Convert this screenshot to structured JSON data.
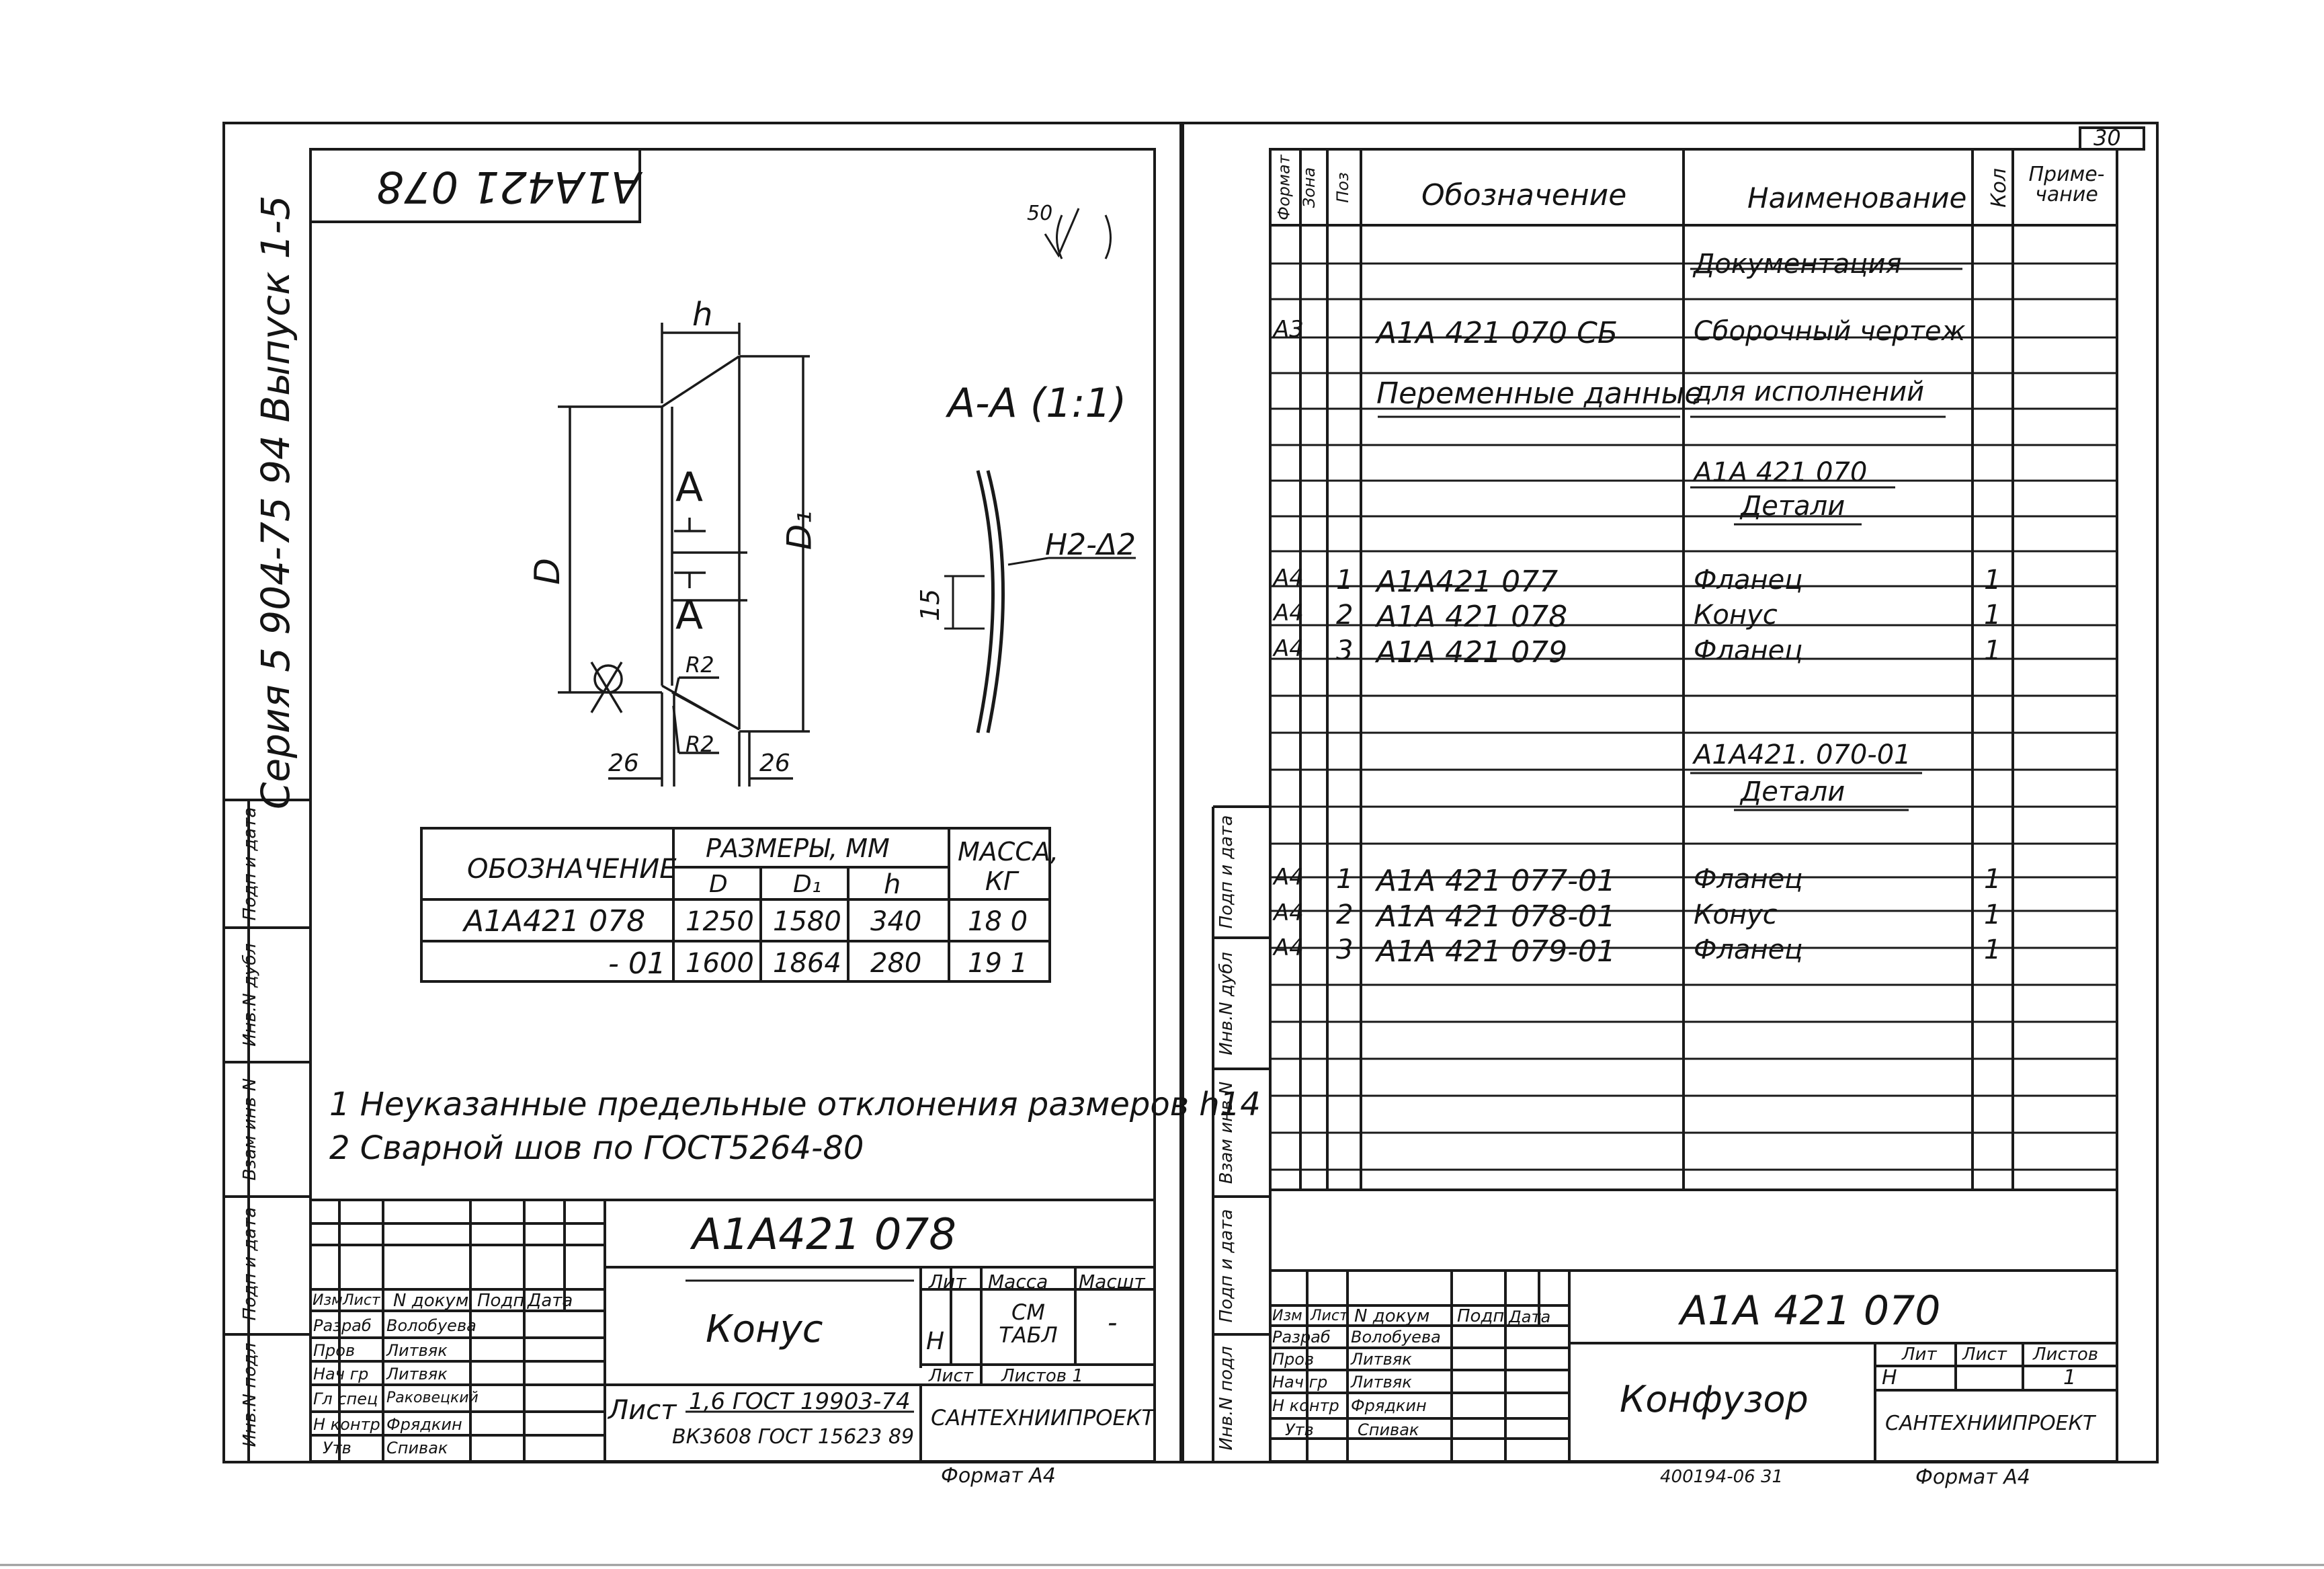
{
  "left_sheet": {
    "code_rotated": "А1А421 078",
    "side_label": "Серия 5 904-75 94 Выпуск 1-5",
    "roughness": "50",
    "dims": {
      "h": "h",
      "D": "D",
      "D1": "D₁",
      "r1": "R2",
      "r2": "R2",
      "b1": "26",
      "b2": "26"
    },
    "section_marks": [
      "А",
      "А"
    ],
    "section_title": "А-А (1:1)",
    "weld_label": "Н2-Δ2",
    "section_dim": "15",
    "table": {
      "h_col": "ОБОЗНАЧЕНИЕ",
      "h_group": "РАЗМЕРЫ, ММ",
      "h_D": "D",
      "h_D1": "D₁",
      "h_h": "h",
      "h_mass": "МАССА, КГ",
      "rows": [
        {
          "code": "А1А421 078",
          "D": "1250",
          "D1": "1580",
          "h": "340",
          "mass": "18 0"
        },
        {
          "code": "- 01",
          "D": "1600",
          "D1": "1864",
          "h": "280",
          "mass": "19 1"
        }
      ]
    },
    "notes": [
      "1 Неуказанные предельные отклонения размеров h14",
      "2 Сварной шов по ГОСТ5264-80"
    ],
    "left_strip": [
      "Инв.N подл",
      "Подп и дата",
      "Взам инв N",
      "Инв.N дубл",
      "Подп и дата"
    ],
    "title_block": {
      "code": "А1А421 078",
      "name": "Конус",
      "headers": [
        "Изм",
        "Лист",
        "N докум.",
        "Подп",
        "Дата"
      ],
      "roles": [
        "Разраб",
        "Пров",
        "Нач гр",
        "Гл спец",
        "Н контр",
        "Утв"
      ],
      "names": [
        "Волобуева",
        "Литвяк",
        "Литвяк",
        "Раковецкий",
        "Фрядкин",
        "Спивак"
      ],
      "lit_header": "Лит",
      "mass_header": "Масса",
      "scale_header": "Масшт",
      "lit": "Н",
      "mass": "СМ ТАБЛ",
      "scale": "-",
      "sheet": "Лист",
      "sheets": "Листов 1",
      "material_label": "Лист",
      "material_1": "1,6 ГОСТ 19903-74",
      "material_2": "ВК3608 ГОСТ 15623 89",
      "org": "САНТЕХНИИПРОЕКТ"
    },
    "format": "Формат А4"
  },
  "right_sheet": {
    "page_number": "30",
    "headers": {
      "format": "Формат",
      "zone": "Зона",
      "pos": "Поз",
      "designation": "Обозначение",
      "name": "Наименование",
      "qty": "Кол",
      "note": "Приме-чание"
    },
    "rows": [
      {
        "format": "",
        "pos": "",
        "designation": "",
        "name": "Документация",
        "qty": ""
      },
      {
        "format": "А3",
        "pos": "",
        "designation": "А1А 421 070 СБ",
        "name": "Сборочный чертеж",
        "qty": ""
      },
      {
        "format": "",
        "pos": "",
        "designation": "Переменные данные",
        "name": "для исполнений",
        "qty": ""
      },
      {
        "format": "",
        "pos": "",
        "designation": "",
        "name": "А1А 421 070",
        "qty": ""
      },
      {
        "format": "",
        "pos": "",
        "designation": "",
        "name": "Детали",
        "qty": ""
      },
      {
        "format": "А4",
        "pos": "1",
        "designation": "А1А421 077",
        "name": "Фланец",
        "qty": "1"
      },
      {
        "format": "А4",
        "pos": "2",
        "designation": "А1А 421 078",
        "name": "Конус",
        "qty": "1"
      },
      {
        "format": "А4",
        "pos": "3",
        "designation": "А1А 421 079",
        "name": "Фланец",
        "qty": "1"
      },
      {
        "format": "",
        "pos": "",
        "designation": "",
        "name": "А1А421. 070-01",
        "qty": ""
      },
      {
        "format": "",
        "pos": "",
        "designation": "",
        "name": "Детали",
        "qty": ""
      },
      {
        "format": "А4",
        "pos": "1",
        "designation": "А1А 421 077-01",
        "name": "Фланец",
        "qty": "1"
      },
      {
        "format": "А4",
        "pos": "2",
        "designation": "А1А 421 078-01",
        "name": "Конус",
        "qty": "1"
      },
      {
        "format": "А4",
        "pos": "3",
        "designation": "А1А 421 079-01",
        "name": "Фланец",
        "qty": "1"
      }
    ],
    "left_strip": [
      "Инв.N подл",
      "Подп и дата",
      "Взам инв N",
      "Инв.N дубл",
      "Подп и дата"
    ],
    "title_block": {
      "code": "А1А 421 070",
      "name": "Конфузор",
      "headers": [
        "Изм",
        "Лист",
        "N докум",
        "Подп",
        "Дата"
      ],
      "roles": [
        "Разраб",
        "Пров",
        "Нач гр",
        "Н контр",
        "Утв"
      ],
      "names": [
        "Волобуева",
        "Литвяк",
        "Литвяк",
        "Фрядкин",
        "Спивак"
      ],
      "lit_header": "Лит",
      "sheet_header": "Лист",
      "sheets_header": "Листов",
      "lit": "Н",
      "sheets": "1",
      "org": "САНТЕХНИИПРОЕКТ"
    },
    "footer_code": "400194-06 31",
    "format": "Формат А4"
  }
}
